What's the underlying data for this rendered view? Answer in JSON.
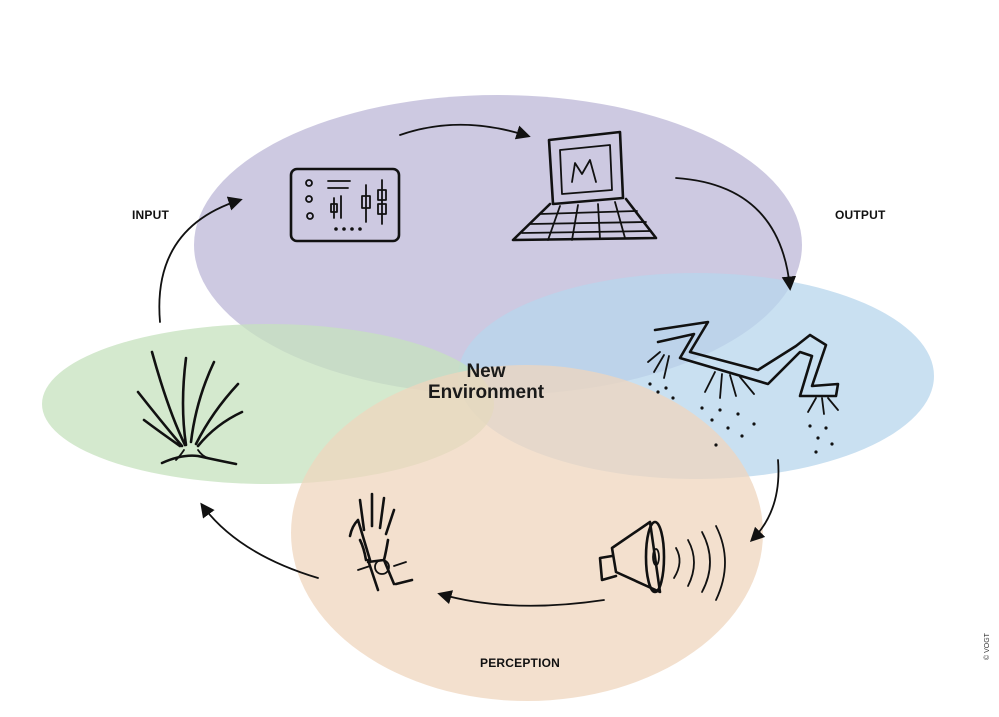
{
  "diagram": {
    "center_label_line1": "New",
    "center_label_line2": "Environment",
    "labels": {
      "input": "INPUT",
      "output": "OUTPUT",
      "perception": "PERCEPTION"
    },
    "credit": "© VOGT",
    "colors": {
      "top_ellipse": "#c4bfdc",
      "right_ellipse": "#b7d6ec",
      "left_ellipse": "#c5e1bd",
      "bottom_ellipse": "#efd6be",
      "ink": "#111111"
    },
    "icons": [
      "control-panel-icon",
      "computer-icon",
      "sprinkler-pipe-icon",
      "speaker-icon",
      "hand-sensor-icon",
      "plant-icon"
    ]
  }
}
